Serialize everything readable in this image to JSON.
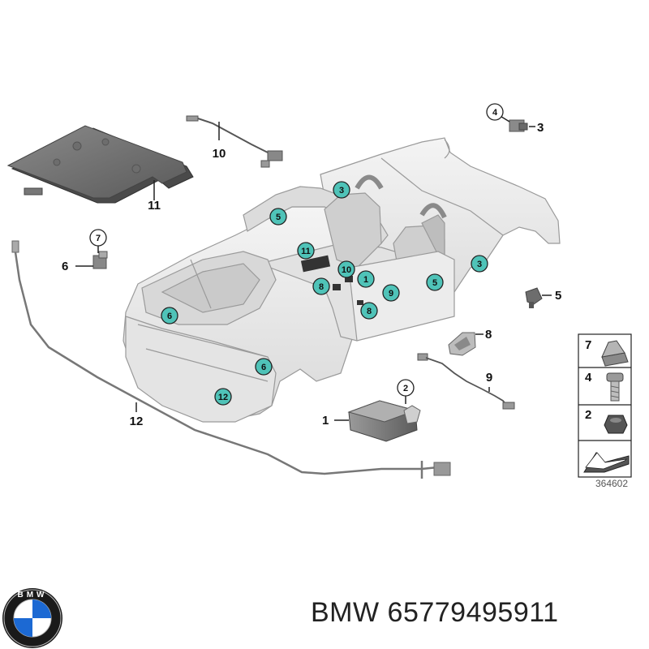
{
  "diagram": {
    "callouts": [
      {
        "id": "c1",
        "label": "1"
      },
      {
        "id": "c2",
        "label": "2"
      },
      {
        "id": "c3",
        "label": "3"
      },
      {
        "id": "c4",
        "label": "4"
      },
      {
        "id": "c5",
        "label": "5"
      },
      {
        "id": "c6",
        "label": "6"
      },
      {
        "id": "c7",
        "label": "7"
      },
      {
        "id": "c8",
        "label": "8"
      },
      {
        "id": "c9",
        "label": "9"
      },
      {
        "id": "c10",
        "label": "10"
      },
      {
        "id": "c11",
        "label": "11"
      },
      {
        "id": "c12",
        "label": "12"
      }
    ],
    "markers": [
      {
        "label": "3"
      },
      {
        "label": "5"
      },
      {
        "label": "11"
      },
      {
        "label": "10"
      },
      {
        "label": "1"
      },
      {
        "label": "9"
      },
      {
        "label": "8"
      },
      {
        "label": "5"
      },
      {
        "label": "3"
      },
      {
        "label": "8"
      },
      {
        "label": "6"
      },
      {
        "label": "6"
      },
      {
        "label": "12"
      }
    ],
    "legend": [
      {
        "label": "7"
      },
      {
        "label": "4"
      },
      {
        "label": "2"
      }
    ],
    "reference_number": "364602"
  },
  "footer": {
    "brand": "BMW",
    "part_number": "65779495911",
    "logo_letters": "BMW"
  },
  "colors": {
    "marker_fill": "#4fc3b8",
    "line": "#222222",
    "body_fill": "#e9e9e9",
    "body_stroke": "#9a9a9a"
  }
}
